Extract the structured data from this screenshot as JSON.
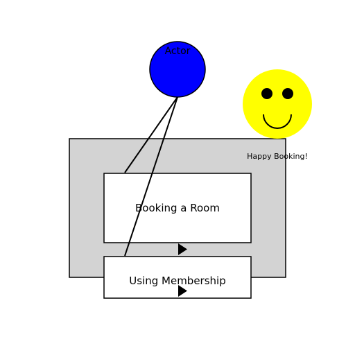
{
  "actor": {
    "label": "Actor"
  },
  "use_cases": {
    "booking": "Booking a Room",
    "membership": "Using Membership"
  },
  "smiley": {
    "caption": "Happy Booking!"
  },
  "colors": {
    "actor_fill": "#0000ff",
    "system_fill": "#d3d3d3",
    "smiley_fill": "#ffff00",
    "use_case_fill": "#ffffff",
    "stroke": "#000000"
  }
}
